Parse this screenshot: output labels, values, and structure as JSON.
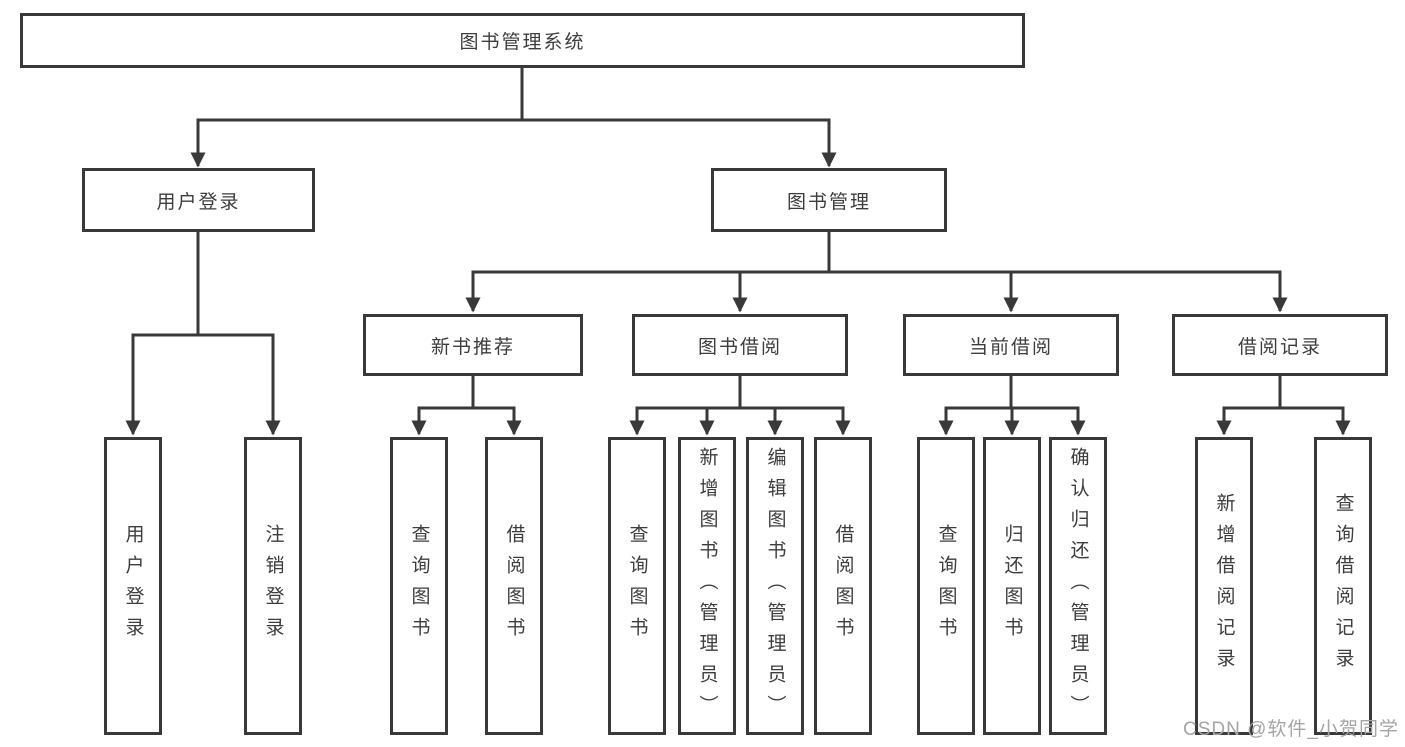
{
  "diagram_title": "图书管理系统",
  "tree": {
    "label": "图书管理系统",
    "children": [
      {
        "label": "用户登录",
        "children": [
          {
            "label": "用户登录"
          },
          {
            "label": "注销登录"
          }
        ]
      },
      {
        "label": "图书管理",
        "children": [
          {
            "label": "新书推荐",
            "children": [
              {
                "label": "查询图书"
              },
              {
                "label": "借阅图书"
              }
            ]
          },
          {
            "label": "图书借阅",
            "children": [
              {
                "label": "查询图书"
              },
              {
                "label": "新增图书（管理员）"
              },
              {
                "label": "编辑图书（管理员）"
              },
              {
                "label": "借阅图书"
              }
            ]
          },
          {
            "label": "当前借阅",
            "children": [
              {
                "label": "查询图书"
              },
              {
                "label": "归还图书"
              },
              {
                "label": "确认归还（管理员）"
              }
            ]
          },
          {
            "label": "借阅记录",
            "children": [
              {
                "label": "新增借阅记录"
              },
              {
                "label": "查询借阅记录"
              }
            ]
          }
        ]
      }
    ]
  },
  "watermark": "CSDN @软件_小贺同学",
  "colors": {
    "line": "#393939",
    "text": "#3d3d3d",
    "watermark": "#a5a5a5",
    "background": "#ffffff"
  }
}
